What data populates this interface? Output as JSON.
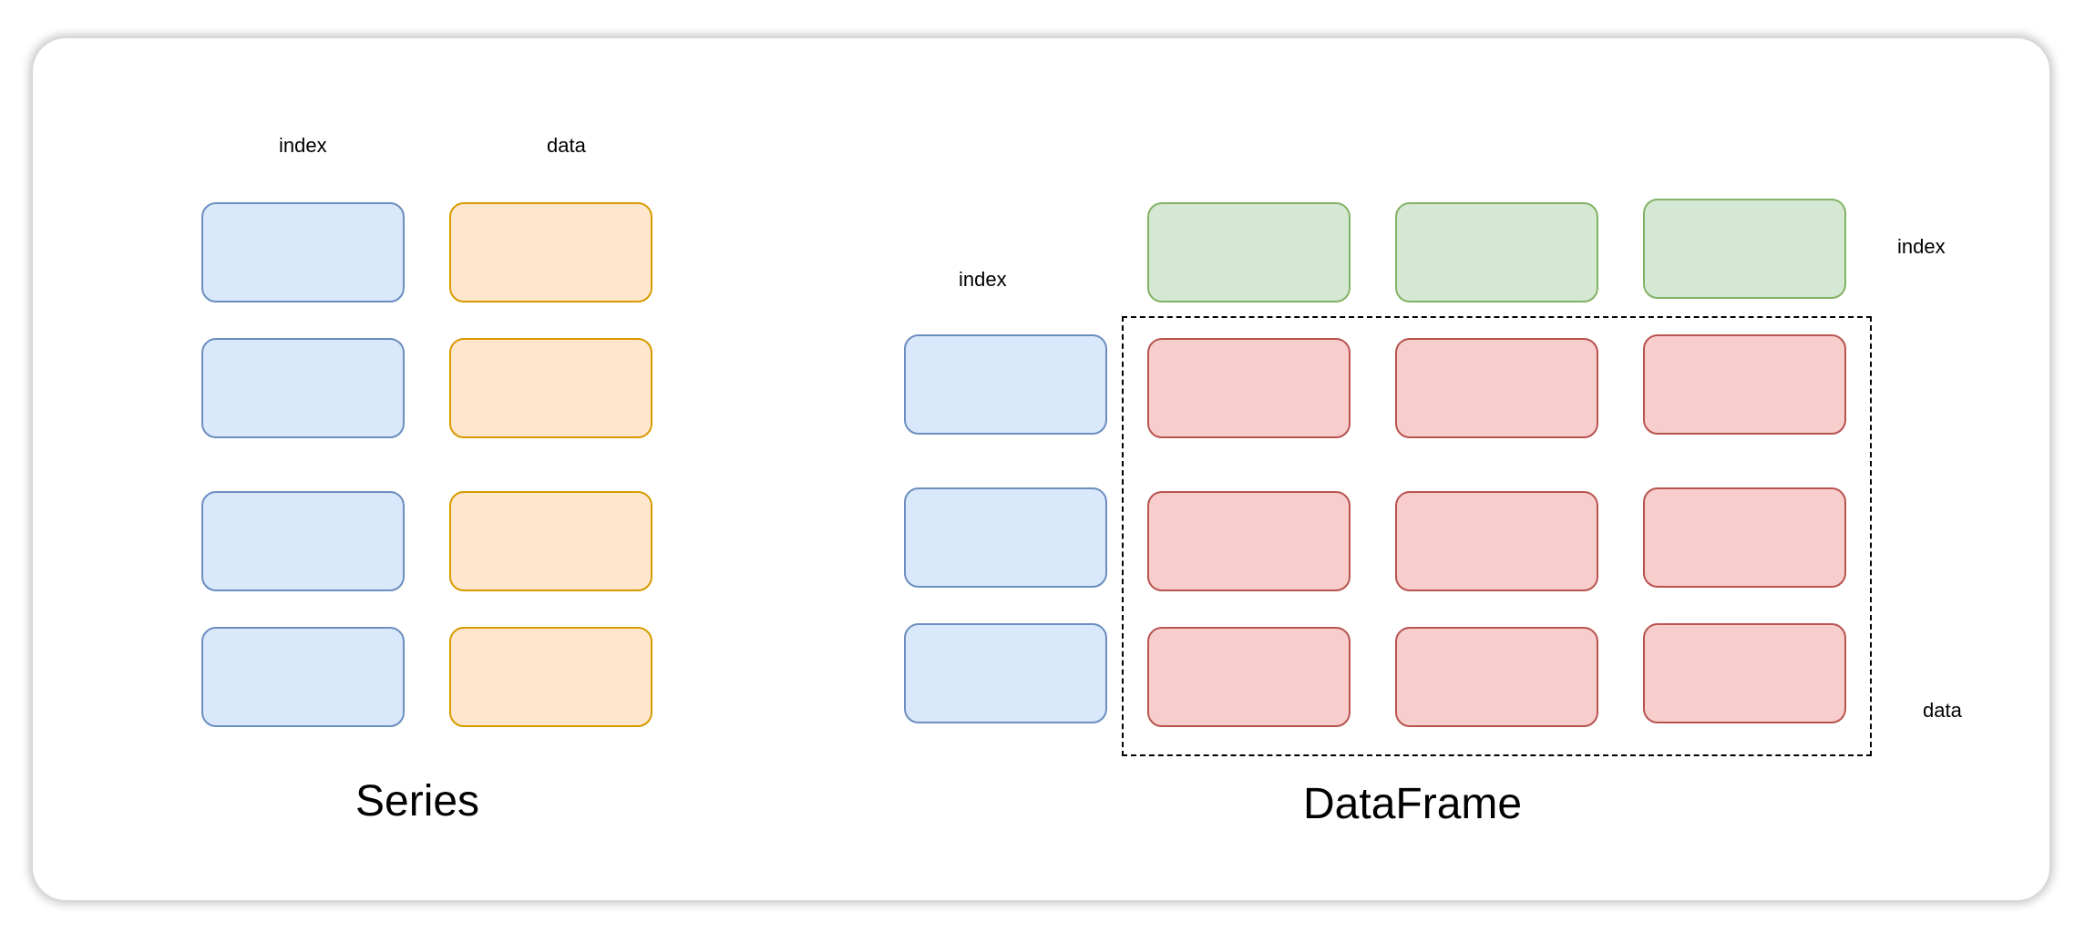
{
  "series": {
    "index_label": "index",
    "data_label": "data",
    "title": "Series"
  },
  "dataframe": {
    "index_label": "index",
    "columns_label": "index",
    "data_label": "data",
    "title": "DataFrame"
  },
  "colors": {
    "index_fill": "#dae8fc",
    "index_stroke": "#6c8ebf",
    "series_data_fill": "#ffe6cc",
    "series_data_stroke": "#d79b00",
    "columns_fill": "#d5e8d4",
    "columns_stroke": "#82b366",
    "frame_data_fill": "#f8cecc",
    "frame_data_stroke": "#b85450"
  }
}
